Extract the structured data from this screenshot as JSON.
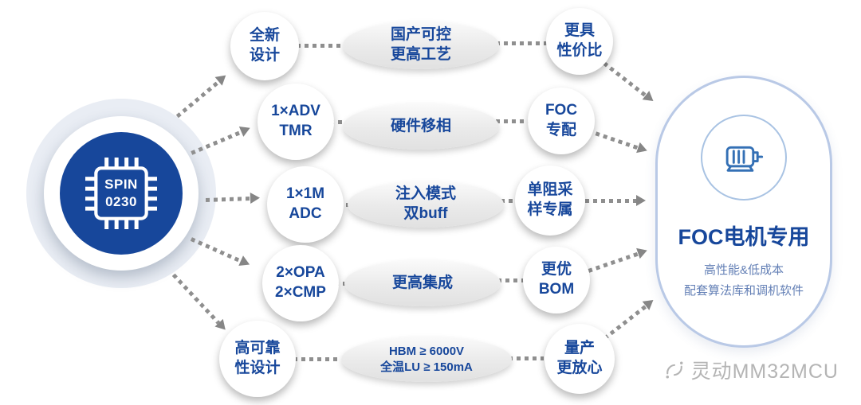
{
  "hub": {
    "chip_label": "SPIN\n0230"
  },
  "rows": [
    {
      "feature": "全新\n设计",
      "middle": "国产可控\n更高工艺",
      "benefit": "更具\n性价比"
    },
    {
      "feature": "1×ADV\nTMR",
      "middle": "硬件移相",
      "benefit": "FOC\n专配"
    },
    {
      "feature": "1×1M\nADC",
      "middle": "注入模式\n双buff",
      "benefit": "单阻采\n样专属"
    },
    {
      "feature": "2×OPA\n2×CMP",
      "middle": "更高集成",
      "benefit": "更优\nBOM"
    },
    {
      "feature": "高可靠\n性设计",
      "middle": "HBM ≥ 6000V\n全温LU ≥ 150mA",
      "benefit": "量产\n更放心"
    }
  ],
  "result": {
    "title": "FOC电机专用",
    "subtitle": "高性能&低成本\n配套算法库和调机软件"
  },
  "watermark": {
    "text": "灵动MM32MCU"
  },
  "colors": {
    "primary_blue": "#17479B",
    "arrow_gray": "#8f8f8f",
    "capsule_border": "#b9c9e6",
    "motor_icon_blue": "#3470b5",
    "watermark_gray": "#b4b4b4",
    "ellipse_gray": "#e8e8e8"
  }
}
